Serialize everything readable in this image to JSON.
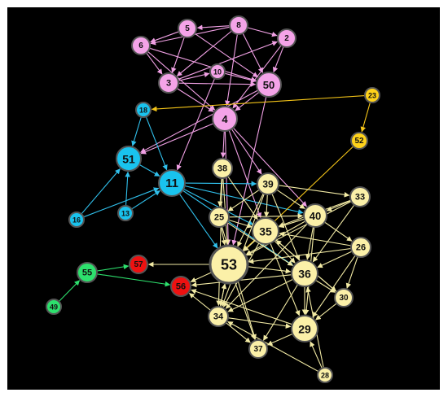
{
  "colors": {
    "background": "#000000",
    "frame": "#ffffff",
    "pink": "#f4a3e8",
    "pink_edge": "#f0a0e4",
    "cyan": "#19c3ee",
    "cyan_edge": "#30c0ec",
    "yellow": "#fbf0a8",
    "yellow_edge": "#f2eaa4",
    "gold": "#ffd21a",
    "gold_edge": "#f5c518",
    "green": "#2de06d",
    "green_edge": "#2de06d",
    "red": "#ee1111",
    "node_outline": "#555555"
  },
  "nodes": [
    {
      "id": "5",
      "group": "pink"
    },
    {
      "id": "8",
      "group": "pink"
    },
    {
      "id": "2",
      "group": "pink"
    },
    {
      "id": "6",
      "group": "pink"
    },
    {
      "id": "10",
      "group": "pink"
    },
    {
      "id": "3",
      "group": "pink"
    },
    {
      "id": "50",
      "group": "pink"
    },
    {
      "id": "4",
      "group": "pink"
    },
    {
      "id": "18",
      "group": "cyan"
    },
    {
      "id": "51",
      "group": "cyan"
    },
    {
      "id": "11",
      "group": "cyan"
    },
    {
      "id": "13",
      "group": "cyan"
    },
    {
      "id": "16",
      "group": "cyan"
    },
    {
      "id": "23",
      "group": "gold"
    },
    {
      "id": "52",
      "group": "gold"
    },
    {
      "id": "38",
      "group": "yellow"
    },
    {
      "id": "39",
      "group": "yellow"
    },
    {
      "id": "33",
      "group": "yellow"
    },
    {
      "id": "25",
      "group": "yellow"
    },
    {
      "id": "40",
      "group": "yellow"
    },
    {
      "id": "35",
      "group": "yellow"
    },
    {
      "id": "26",
      "group": "yellow"
    },
    {
      "id": "53",
      "group": "yellow"
    },
    {
      "id": "36",
      "group": "yellow"
    },
    {
      "id": "30",
      "group": "yellow"
    },
    {
      "id": "34",
      "group": "yellow"
    },
    {
      "id": "29",
      "group": "yellow"
    },
    {
      "id": "37",
      "group": "yellow"
    },
    {
      "id": "28",
      "group": "yellow"
    },
    {
      "id": "55",
      "group": "green"
    },
    {
      "id": "57",
      "group": "red"
    },
    {
      "id": "56",
      "group": "red"
    },
    {
      "id": "49",
      "group": "green"
    }
  ],
  "edges": [
    [
      "8",
      "5"
    ],
    [
      "8",
      "6"
    ],
    [
      "8",
      "2"
    ],
    [
      "8",
      "3"
    ],
    [
      "8",
      "50"
    ],
    [
      "8",
      "4"
    ],
    [
      "5",
      "6"
    ],
    [
      "5",
      "50"
    ],
    [
      "6",
      "3"
    ],
    [
      "6",
      "50"
    ],
    [
      "3",
      "10"
    ],
    [
      "3",
      "50"
    ],
    [
      "3",
      "2"
    ],
    [
      "3",
      "4"
    ],
    [
      "10",
      "50"
    ],
    [
      "10",
      "11"
    ],
    [
      "2",
      "50"
    ],
    [
      "2",
      "4"
    ],
    [
      "6",
      "4"
    ],
    [
      "5",
      "3"
    ],
    [
      "50",
      "4"
    ],
    [
      "50",
      "51"
    ],
    [
      "50",
      "53"
    ],
    [
      "4",
      "51"
    ],
    [
      "4",
      "38"
    ],
    [
      "4",
      "39"
    ],
    [
      "4",
      "35"
    ],
    [
      "4",
      "53"
    ],
    [
      "4",
      "40"
    ],
    [
      "18",
      "51"
    ],
    [
      "18",
      "11"
    ],
    [
      "51",
      "11"
    ],
    [
      "16",
      "51"
    ],
    [
      "16",
      "11"
    ],
    [
      "13",
      "51"
    ],
    [
      "13",
      "11"
    ],
    [
      "11",
      "53"
    ],
    [
      "11",
      "39"
    ],
    [
      "11",
      "40"
    ],
    [
      "11",
      "35"
    ],
    [
      "11",
      "36"
    ],
    [
      "23",
      "18"
    ],
    [
      "23",
      "52"
    ],
    [
      "52",
      "53"
    ],
    [
      "38",
      "53"
    ],
    [
      "38",
      "35"
    ],
    [
      "38",
      "25"
    ],
    [
      "38",
      "34"
    ],
    [
      "39",
      "53"
    ],
    [
      "39",
      "40"
    ],
    [
      "39",
      "35"
    ],
    [
      "39",
      "33"
    ],
    [
      "39",
      "25"
    ],
    [
      "39",
      "36"
    ],
    [
      "39",
      "34"
    ],
    [
      "33",
      "40"
    ],
    [
      "33",
      "53"
    ],
    [
      "33",
      "36"
    ],
    [
      "33",
      "35"
    ],
    [
      "25",
      "53"
    ],
    [
      "25",
      "35"
    ],
    [
      "25",
      "40"
    ],
    [
      "25",
      "36"
    ],
    [
      "25",
      "37"
    ],
    [
      "40",
      "53"
    ],
    [
      "40",
      "35"
    ],
    [
      "40",
      "36"
    ],
    [
      "40",
      "26"
    ],
    [
      "40",
      "34"
    ],
    [
      "40",
      "29"
    ],
    [
      "35",
      "53"
    ],
    [
      "35",
      "36"
    ],
    [
      "35",
      "29"
    ],
    [
      "35",
      "34"
    ],
    [
      "35",
      "30"
    ],
    [
      "26",
      "53"
    ],
    [
      "26",
      "36"
    ],
    [
      "26",
      "29"
    ],
    [
      "26",
      "35"
    ],
    [
      "26",
      "30"
    ],
    [
      "53",
      "57"
    ],
    [
      "53",
      "56"
    ],
    [
      "53",
      "34"
    ],
    [
      "53",
      "37"
    ],
    [
      "53",
      "36"
    ],
    [
      "36",
      "30"
    ],
    [
      "36",
      "29"
    ],
    [
      "36",
      "34"
    ],
    [
      "36",
      "37"
    ],
    [
      "36",
      "56"
    ],
    [
      "30",
      "29"
    ],
    [
      "30",
      "35"
    ],
    [
      "34",
      "56"
    ],
    [
      "34",
      "53"
    ],
    [
      "34",
      "37"
    ],
    [
      "34",
      "29"
    ],
    [
      "29",
      "37"
    ],
    [
      "29",
      "56"
    ],
    [
      "28",
      "29"
    ],
    [
      "28",
      "36"
    ],
    [
      "28",
      "34"
    ],
    [
      "55",
      "57"
    ],
    [
      "55",
      "56"
    ],
    [
      "49",
      "55"
    ]
  ]
}
